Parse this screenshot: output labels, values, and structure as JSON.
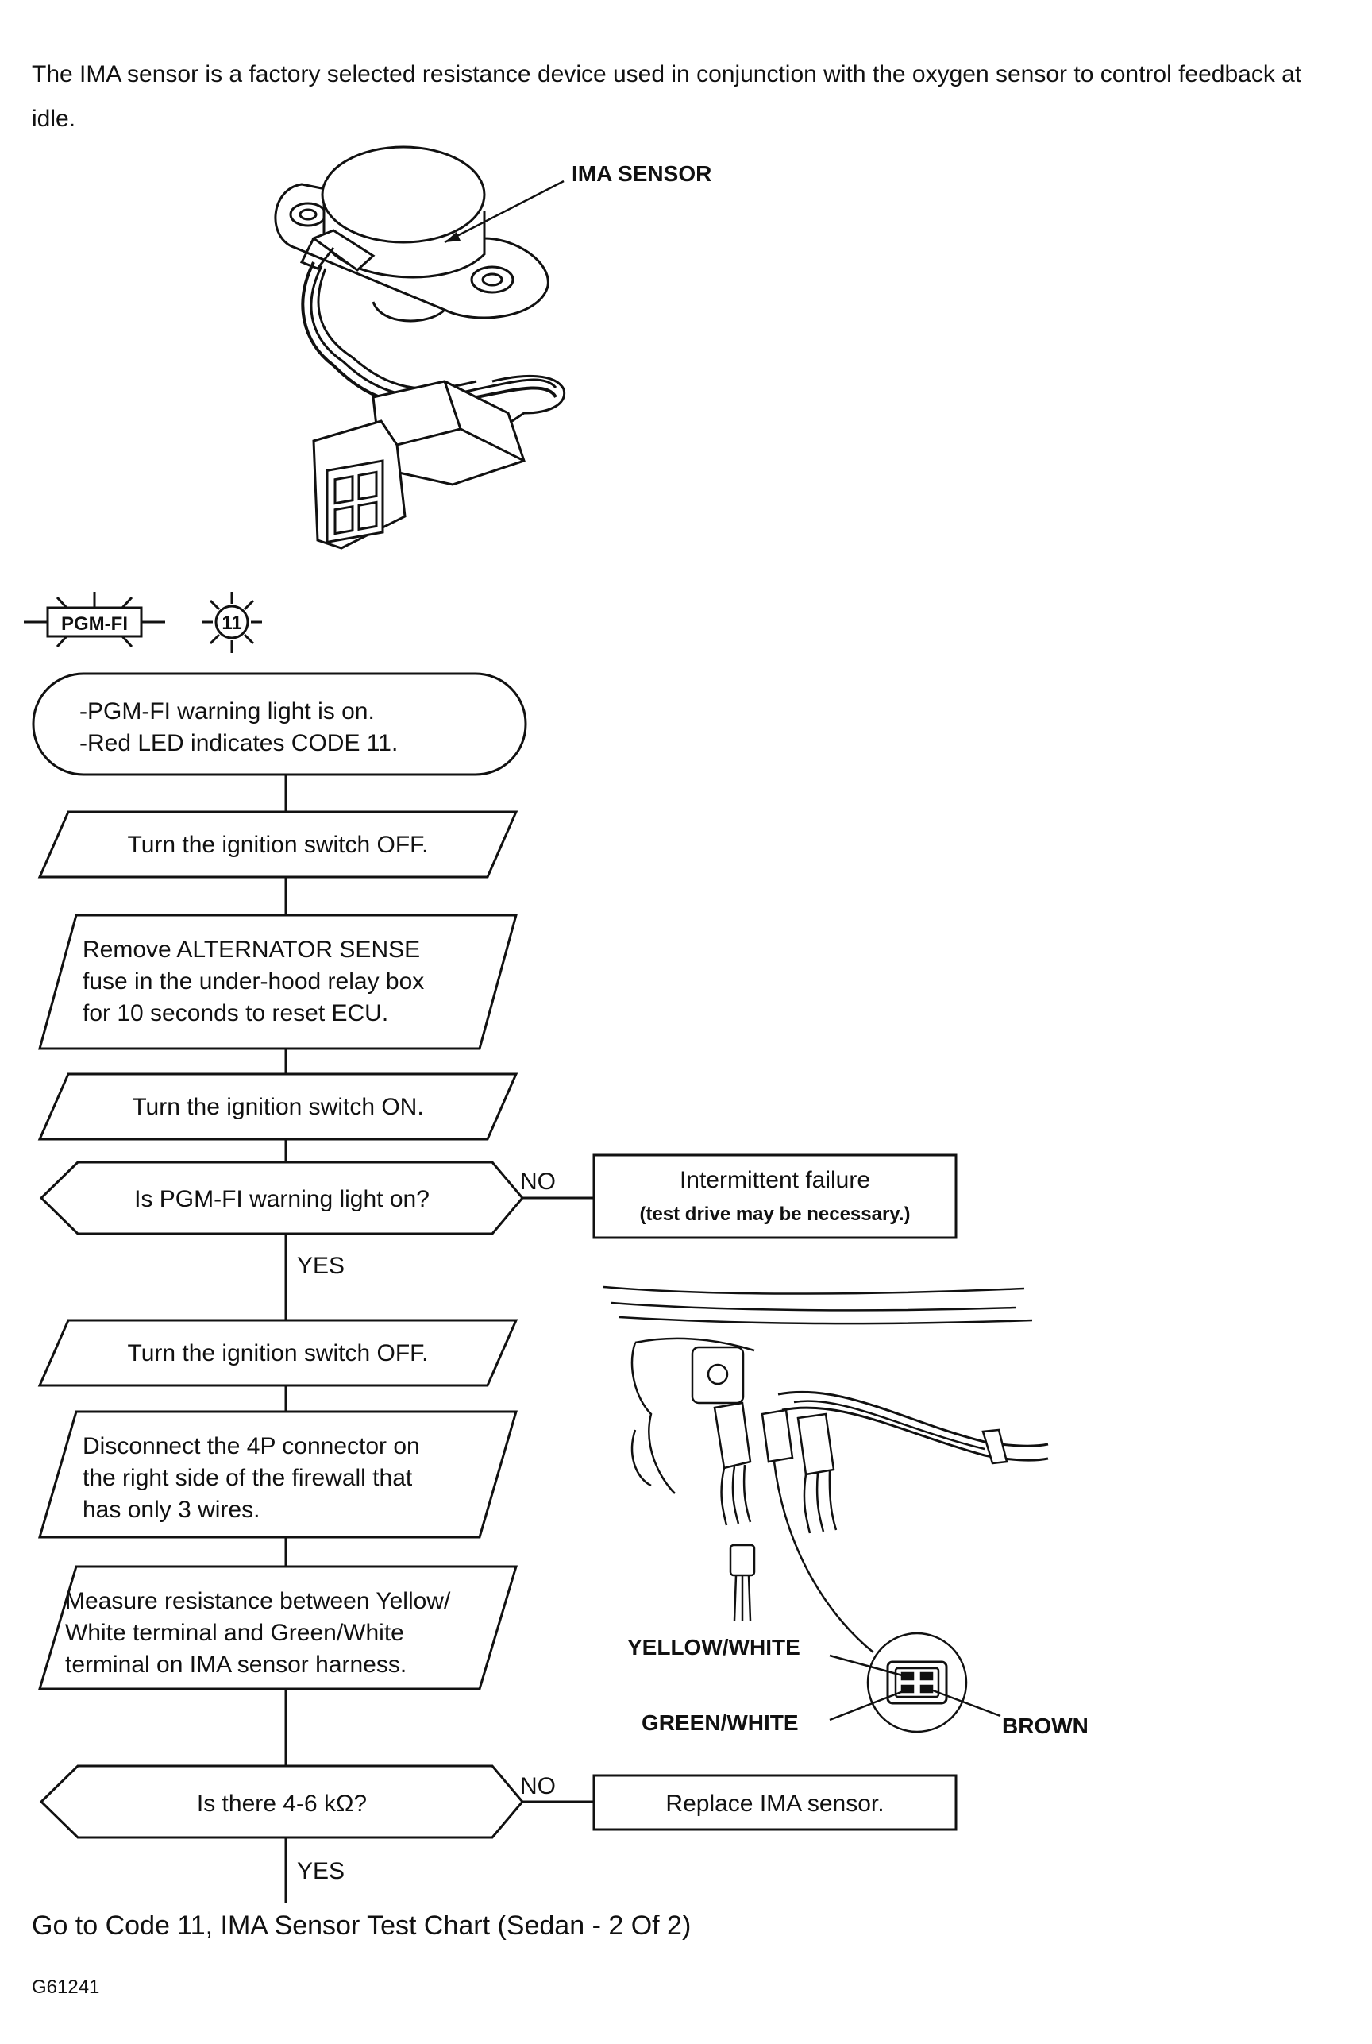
{
  "intro": "The IMA sensor is a factory selected resistance device used in conjunction with the oxygen sensor to control feedback at idle.",
  "sensor_figure": {
    "label": "IMA SENSOR"
  },
  "icons": {
    "pgm_fi_label": "PGM-FI",
    "code_label": "11"
  },
  "flow": {
    "start": [
      "-PGM-FI warning light is on.",
      "-Red LED indicates CODE 11."
    ],
    "step1": [
      "Turn the ignition switch OFF."
    ],
    "step2": [
      "Remove  ALTERNATOR  SENSE",
      "fuse in the under-hood relay box",
      "for 10 seconds to reset ECU."
    ],
    "step3": [
      "Turn the ignition switch ON."
    ],
    "decision1": "Is PGM-FI warning light on?",
    "no_label_1": "NO",
    "result1": [
      "Intermittent failure",
      "(test drive may be necessary.)"
    ],
    "yes_label_1": "YES",
    "step4": [
      "Turn the ignition switch OFF."
    ],
    "step5": [
      "Disconnect the 4P connector on",
      "the right side of the firewall that",
      "has only 3 wires."
    ],
    "step6": [
      "Measure resistance between Yellow/",
      "White terminal and Green/White",
      "terminal on IMA sensor harness."
    ],
    "decision2": "Is there 4-6 kΩ?",
    "no_label_2": "NO",
    "result2": [
      "Replace IMA sensor."
    ],
    "yes_label_2": "YES"
  },
  "connector_figure": {
    "wire_labels": [
      "YELLOW/WHITE",
      "GREEN/WHITE",
      "BROWN"
    ]
  },
  "footer": "Go to Code 11, IMA Sensor Test Chart (Sedan - 2 Of 2)",
  "figure_id": "G61241"
}
